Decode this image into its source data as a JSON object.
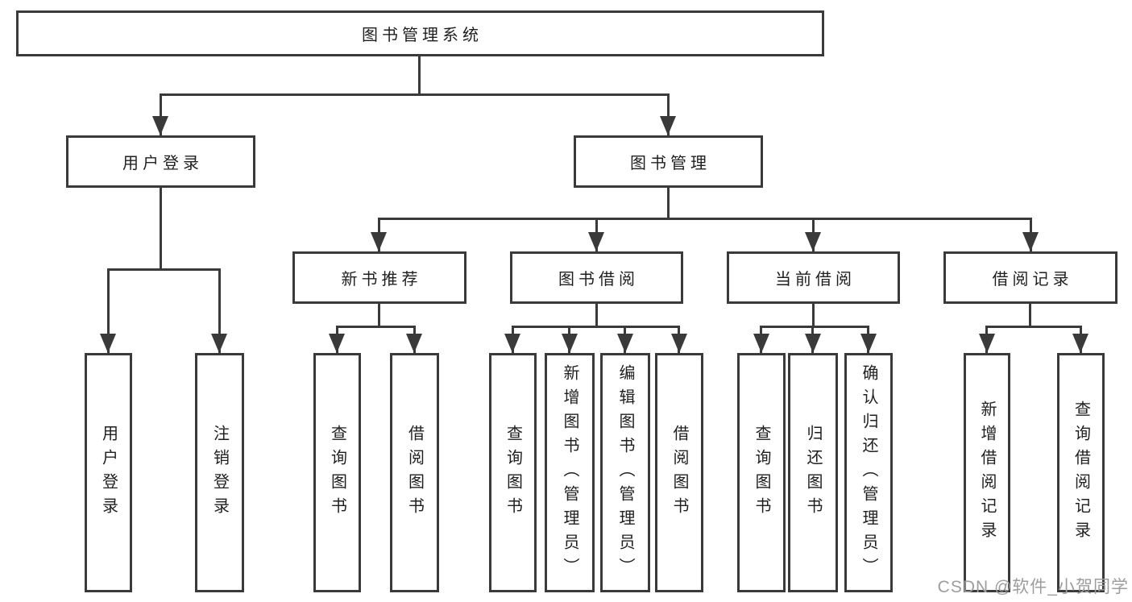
{
  "diagram": {
    "type": "hierarchy-tree",
    "title": "图书管理系统"
  },
  "root": {
    "label": "图书管理系统"
  },
  "level2": [
    {
      "id": "user-login",
      "label": "用户登录",
      "parent": "图书管理系统"
    },
    {
      "id": "book-management",
      "label": "图书管理",
      "parent": "图书管理系统"
    }
  ],
  "level3": [
    {
      "id": "new-book-recommend",
      "label": "新书推荐",
      "parent": "图书管理"
    },
    {
      "id": "book-borrow",
      "label": "图书借阅",
      "parent": "图书管理"
    },
    {
      "id": "current-borrow",
      "label": "当前借阅",
      "parent": "图书管理"
    },
    {
      "id": "borrow-records",
      "label": "借阅记录",
      "parent": "图书管理"
    }
  ],
  "leaves": [
    {
      "id": "leaf-user-login",
      "label": "用户登录",
      "parent": "用户登录"
    },
    {
      "id": "leaf-logout",
      "label": "注销登录",
      "parent": "用户登录"
    },
    {
      "id": "leaf-query-books-1",
      "label": "查询图书",
      "parent": "新书推荐"
    },
    {
      "id": "leaf-borrow-books-1",
      "label": "借阅图书",
      "parent": "新书推荐"
    },
    {
      "id": "leaf-query-books-2",
      "label": "查询图书",
      "parent": "图书借阅"
    },
    {
      "id": "leaf-add-books-admin",
      "label": "新增图书（管理员）",
      "parent": "图书借阅"
    },
    {
      "id": "leaf-edit-books-admin",
      "label": "编辑图书（管理员）",
      "parent": "图书借阅"
    },
    {
      "id": "leaf-borrow-books-2",
      "label": "借阅图书",
      "parent": "图书借阅"
    },
    {
      "id": "leaf-query-books-3",
      "label": "查询图书",
      "parent": "当前借阅"
    },
    {
      "id": "leaf-return-books",
      "label": "归还图书",
      "parent": "当前借阅"
    },
    {
      "id": "leaf-confirm-return-admin",
      "label": "确认归还（管理员）",
      "parent": "当前借阅"
    },
    {
      "id": "leaf-add-borrow-record",
      "label": "新增借阅记录",
      "parent": "借阅记录"
    },
    {
      "id": "leaf-query-borrow-record",
      "label": "查询借阅记录",
      "parent": "借阅记录"
    }
  ],
  "watermark": "CSDN @软件_小贺同学",
  "colors": {
    "line": "#3a3a3a",
    "text": "#1f1f1f",
    "background": "#ffffff",
    "watermark": "#9d9d9d"
  }
}
